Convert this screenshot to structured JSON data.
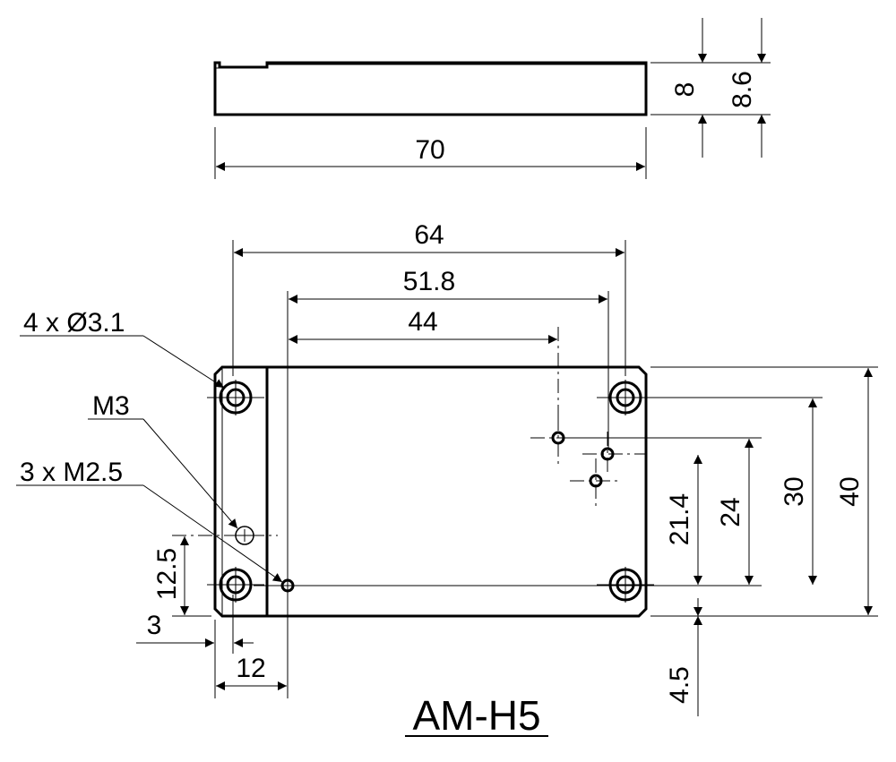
{
  "drawing": {
    "title": "AM-H5",
    "side_view": {
      "length_label": "70",
      "height_label": "8",
      "total_height_label": "8.6"
    },
    "top_view": {
      "width_holes_label": "64",
      "width_518_label": "51.8",
      "width_44_label": "44",
      "height_40_label": "40",
      "height_30_label": "30",
      "height_24_label": "24",
      "height_214_label": "21.4",
      "offset_45_label": "4.5",
      "offset_3_label": "3",
      "offset_12_label": "12",
      "offset_125_label": "12.5"
    },
    "callouts": {
      "holes_31": "4 x Ø3.1",
      "m3": "M3",
      "m25": "3 x M2.5"
    }
  }
}
